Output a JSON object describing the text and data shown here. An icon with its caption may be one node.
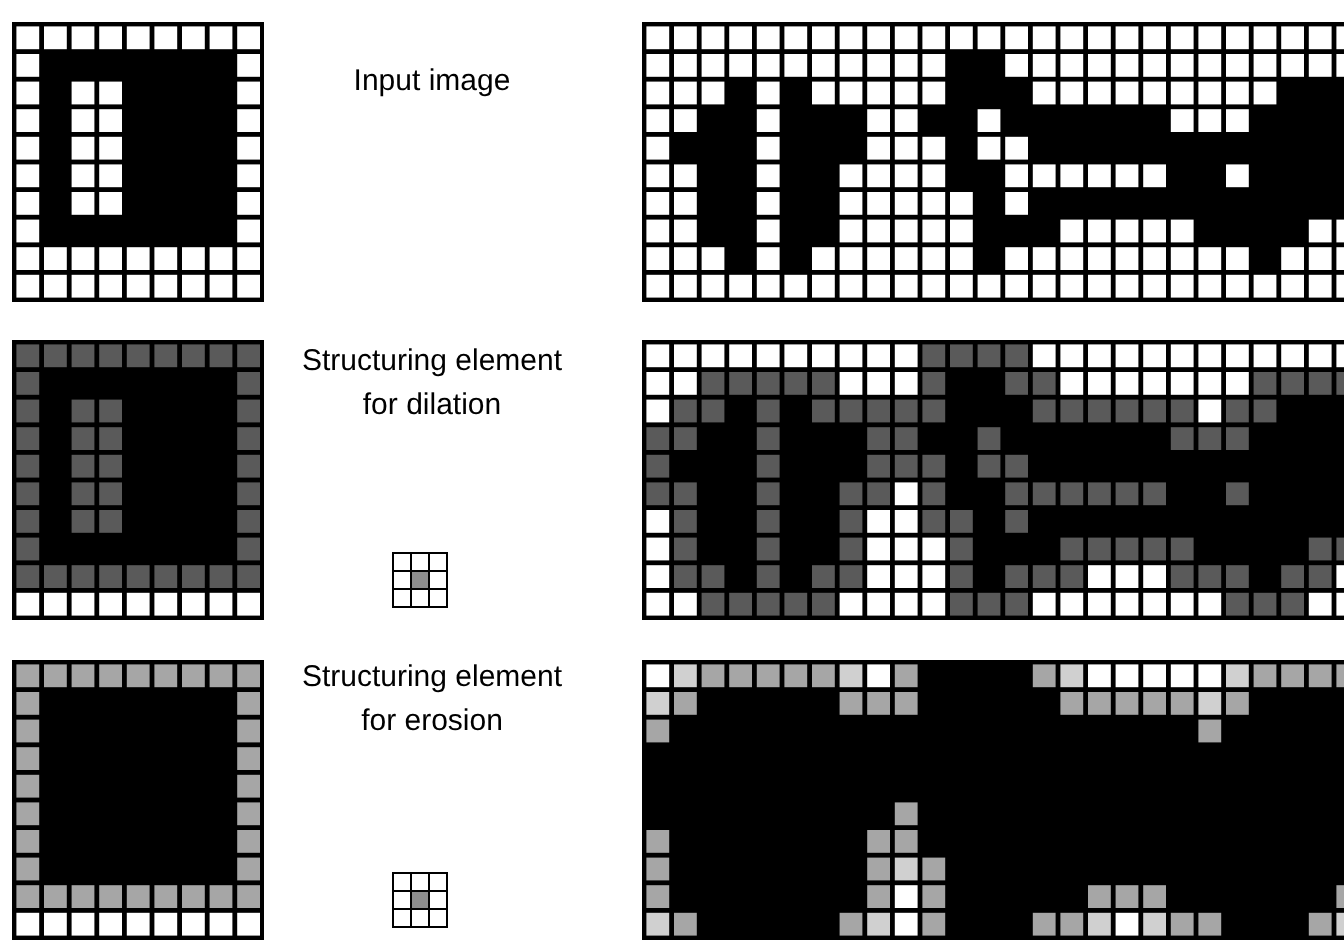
{
  "diagram": {
    "labels": [
      "Input image",
      "Structuring element for dilation",
      "Structuring element for erosion"
    ]
  }
}
